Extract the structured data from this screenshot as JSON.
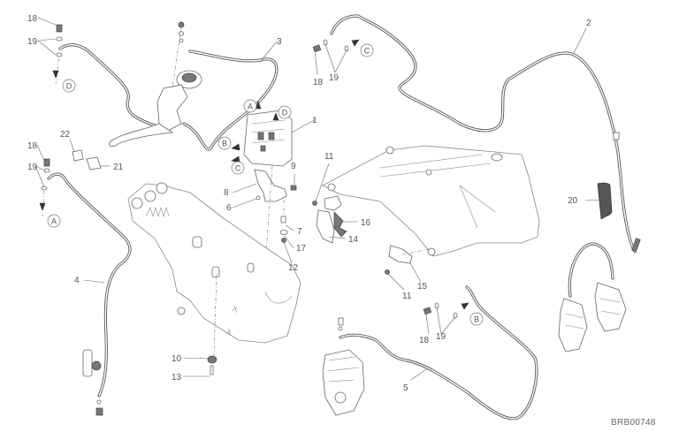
{
  "diagram": {
    "title": "Brake system exploded view",
    "reference_code": "BRB00748",
    "callouts": [
      {
        "id": "c1",
        "label": "1"
      },
      {
        "id": "c2",
        "label": "2"
      },
      {
        "id": "c3",
        "label": "3"
      },
      {
        "id": "c4",
        "label": "4"
      },
      {
        "id": "c5",
        "label": "5"
      },
      {
        "id": "c6",
        "label": "6"
      },
      {
        "id": "c7",
        "label": "7"
      },
      {
        "id": "c8",
        "label": "8"
      },
      {
        "id": "c9",
        "label": "9"
      },
      {
        "id": "c10",
        "label": "10"
      },
      {
        "id": "c11a",
        "label": "11"
      },
      {
        "id": "c11b",
        "label": "11"
      },
      {
        "id": "c12",
        "label": "12"
      },
      {
        "id": "c13",
        "label": "13"
      },
      {
        "id": "c14",
        "label": "14"
      },
      {
        "id": "c15",
        "label": "15"
      },
      {
        "id": "c16",
        "label": "16"
      },
      {
        "id": "c17",
        "label": "17"
      },
      {
        "id": "c18a",
        "label": "18"
      },
      {
        "id": "c18b",
        "label": "18"
      },
      {
        "id": "c18c",
        "label": "18"
      },
      {
        "id": "c18d",
        "label": "18"
      },
      {
        "id": "c19a",
        "label": "19"
      },
      {
        "id": "c19b",
        "label": "19"
      },
      {
        "id": "c19c",
        "label": "19"
      },
      {
        "id": "c19d",
        "label": "19"
      },
      {
        "id": "c20",
        "label": "20"
      },
      {
        "id": "c21",
        "label": "21"
      },
      {
        "id": "c22",
        "label": "22"
      }
    ],
    "connection_markers": [
      {
        "id": "mD1",
        "letter": "D"
      },
      {
        "id": "mA1",
        "letter": "A"
      },
      {
        "id": "mC1",
        "letter": "C"
      },
      {
        "id": "mB1",
        "letter": "B"
      },
      {
        "id": "mA2",
        "letter": "A"
      },
      {
        "id": "mD2",
        "letter": "D"
      },
      {
        "id": "mB2",
        "letter": "B"
      },
      {
        "id": "mC2",
        "letter": "C"
      }
    ]
  }
}
